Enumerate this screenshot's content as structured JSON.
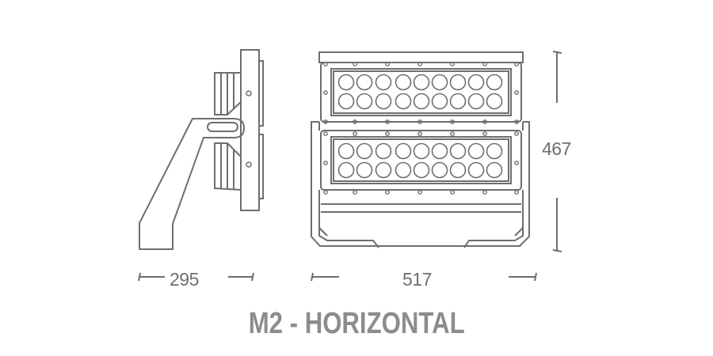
{
  "diagram": {
    "title": "M2 - HORIZONTAL",
    "line_color": "#6e6e6e",
    "title_color": "#8c8c8c",
    "views": [
      {
        "name": "side-view",
        "dimension_label": "295",
        "dimension_axis": "width"
      },
      {
        "name": "front-view",
        "dimension_label": "517",
        "dimension_axis": "width",
        "led_rows_per_module": 2,
        "leds_per_row": 9,
        "modules": 2
      }
    ],
    "dimensions": {
      "side_width": "295",
      "front_width": "517",
      "front_height": "467"
    }
  }
}
